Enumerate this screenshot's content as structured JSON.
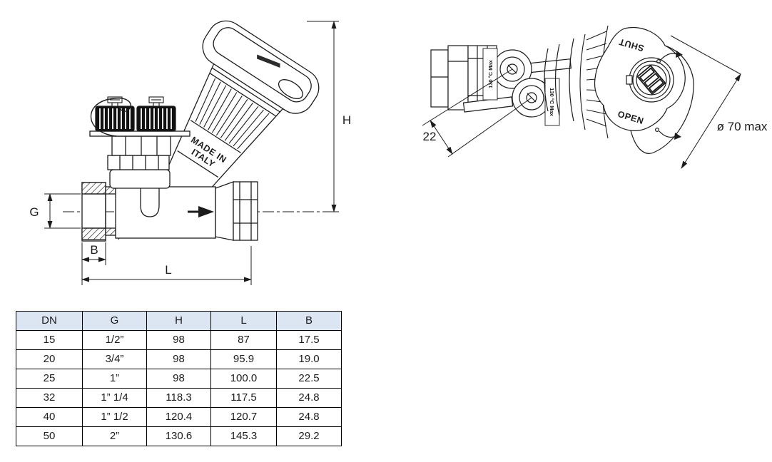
{
  "front_view": {
    "dim_G": "G",
    "dim_H": "H",
    "dim_B": "B",
    "dim_L": "L",
    "made_in_line1": "MADE IN",
    "made_in_line2": "ITALY"
  },
  "top_view": {
    "dim_22": "22",
    "dim_dia": "ø 70 max",
    "handwheel_shut": "SHUT",
    "handwheel_open": "OPEN",
    "port1_label": "130 °C Max",
    "port2_label": "130 °C Max"
  },
  "table": {
    "headers": [
      "DN",
      "G",
      "H",
      "L",
      "B"
    ],
    "rows": [
      [
        "15",
        "1/2”",
        "98",
        "87",
        "17.5"
      ],
      [
        "20",
        "3/4”",
        "98",
        "95.9",
        "19.0"
      ],
      [
        "25",
        "1”",
        "98",
        "100.0",
        "22.5"
      ],
      [
        "32",
        "1” 1/4",
        "118.3",
        "117.5",
        "24.8"
      ],
      [
        "40",
        "1” 1/2",
        "120.4",
        "120.7",
        "24.8"
      ],
      [
        "50",
        "2”",
        "130.6",
        "145.3",
        "29.2"
      ]
    ]
  },
  "colors": {
    "line": "#1c1c1c",
    "table_header_bg": "#dce6f2",
    "background": "#ffffff"
  }
}
